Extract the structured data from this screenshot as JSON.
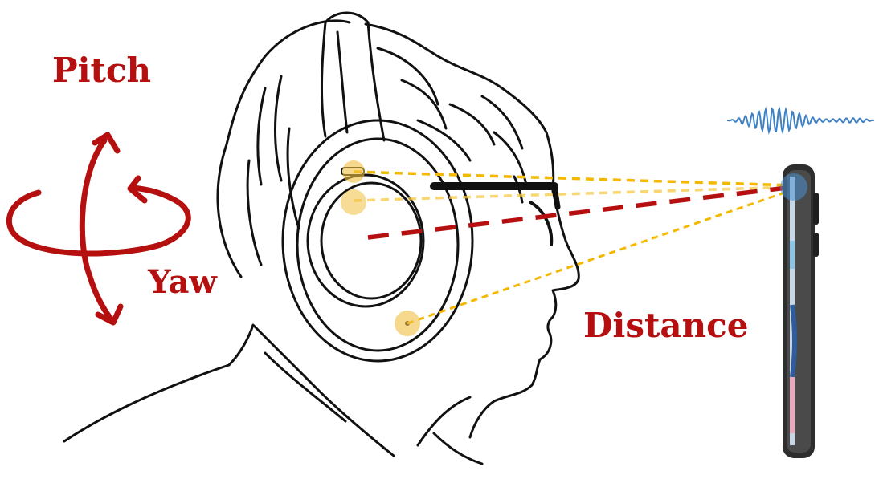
{
  "labels": {
    "pitch": "Pitch",
    "yaw": "Yaw",
    "distance": "Distance"
  },
  "colors": {
    "accent_red": "#b50f0f",
    "ray_yellow": "#f5b800",
    "mic_dot": "#f0c040",
    "phone_dot": "#4a8fd0",
    "signal_wave": "#3f82c4",
    "line_art": "#111111",
    "phone_body": "#3a3a3a"
  },
  "icons": {
    "rotation": "pitch-yaw-rotation-arrows",
    "head": "head-with-headphones-line-art",
    "phone": "smartphone-side-view",
    "signal": "audio-signal-wave"
  }
}
